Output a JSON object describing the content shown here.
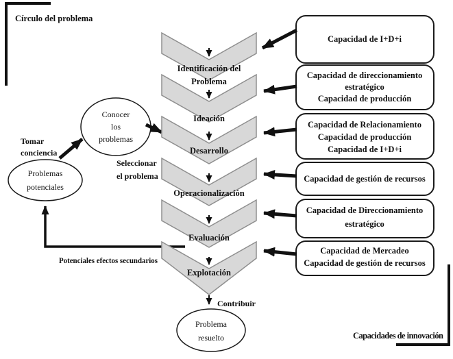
{
  "labels": {
    "circulo": "Círculo del problema",
    "tomar": [
      "Tomar",
      "conciencia"
    ],
    "seleccionar": [
      "Seleccionar",
      "el problema"
    ],
    "efectos": "Potenciales efectos secundarios",
    "contribuir": "Contribuir",
    "innovacion": "Capacidades de innovación"
  },
  "ellipses": {
    "potenciales": {
      "lines": [
        "Problemas",
        "potenciales"
      ]
    },
    "conocer": {
      "lines": [
        "Conocer",
        "los",
        "problemas"
      ]
    },
    "resuelto": {
      "lines": [
        "Problema",
        "resuelto"
      ]
    }
  },
  "stages": [
    {
      "lines": [
        "Identificación del",
        "Problema"
      ]
    },
    {
      "lines": [
        "Ideación"
      ]
    },
    {
      "lines": [
        "Desarrollo"
      ]
    },
    {
      "lines": [
        "Operacionalización"
      ]
    },
    {
      "lines": [
        "Evaluación"
      ]
    },
    {
      "lines": [
        "Explotación"
      ]
    }
  ],
  "capabilities": [
    {
      "lines": [
        "Capacidad de I+D+i"
      ]
    },
    {
      "lines": [
        "Capacidad de direccionamiento",
        "estratégico",
        "Capacidad de producción"
      ]
    },
    {
      "lines": [
        "Capacidad de Relacionamiento",
        "Capacidad de producción",
        "Capacidad de I+D+i"
      ]
    },
    {
      "lines": [
        "Capacidad de gestión de recursos"
      ]
    },
    {
      "lines": [
        "Capacidad de Direccionamiento",
        "estratégico"
      ]
    },
    {
      "lines": [
        "Capacidad de Mercadeo",
        "Capacidad de gestión de recursos"
      ]
    }
  ],
  "colors": {
    "chevron_fill": "#d8d8d8",
    "chevron_stroke": "#8f8f8f",
    "ink": "#111111",
    "box_border": "#1a1a1a",
    "background": "#ffffff"
  }
}
